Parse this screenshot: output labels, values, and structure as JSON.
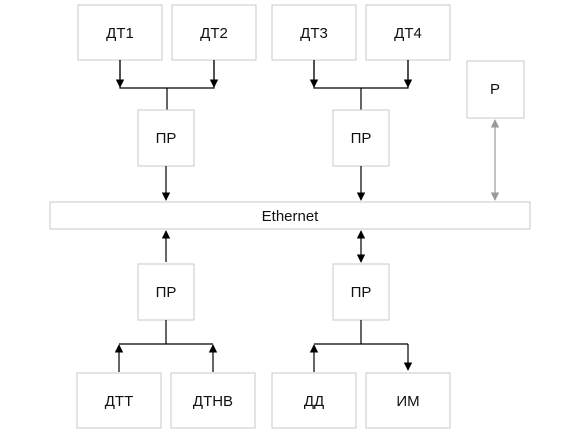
{
  "diagram": {
    "bus_label": "Ethernet",
    "nodes": {
      "dt1": "ДТ1",
      "dt2": "ДТ2",
      "dt3": "ДТ3",
      "dt4": "ДТ4",
      "r": "Р",
      "pr_top_left": "ПР",
      "pr_top_right": "ПР",
      "pr_bottom_left": "ПР",
      "pr_bottom_right": "ПР",
      "dtt": "ДТТ",
      "dtnv": "ДТНВ",
      "dd": "ДД",
      "im": "ИМ"
    }
  }
}
